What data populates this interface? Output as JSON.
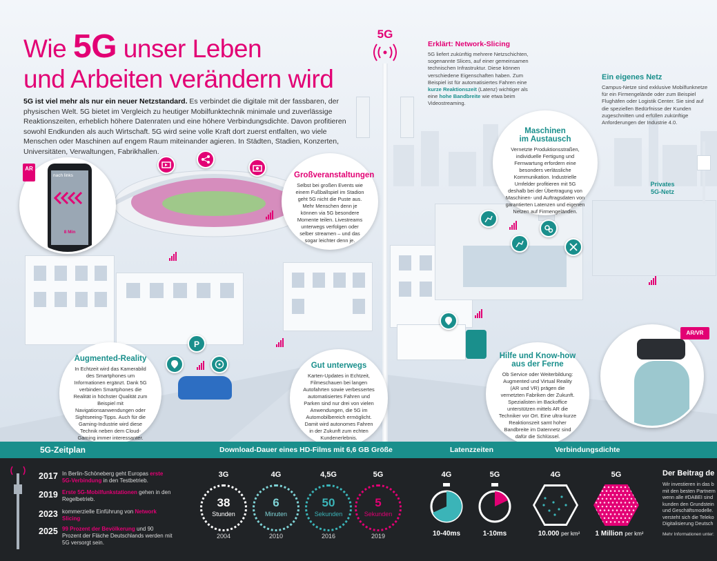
{
  "title": {
    "prefix": "Wie ",
    "big": "5G",
    "rest1": " unser Leben",
    "line2": "und Arbeiten verändern wird"
  },
  "intro": {
    "lead": "5G ist viel mehr als nur ein neuer Netzstandard.",
    "body": " Es verbindet die digitale mit der fassbaren, der physischen Welt. 5G bietet im Vergleich zu heutiger Mobilfunktechnik minimale und zuverlässige Reaktionszeiten, erheblich höhere Datenraten und eine höhere Verbindungsdichte. Davon profitieren sowohl Endkunden als auch Wirtschaft. 5G wird seine volle Kraft dort zuerst entfalten, wo viele Menschen oder Maschinen auf engem Raum miteinander agieren. In Städten, Stadien, Konzerten, Universitäten, Verwaltungen, Fabrikhallen."
  },
  "tower_label": "5G",
  "network_slicing": {
    "title": "Erklärt: Network-Slicing",
    "text1": "5G liefert zukünftig mehrere Netzschichten, sogenannte Slices, auf einer gemeinsamen technischen Infrastruktur. Diese können verschiedene Eigenschaften haben. Zum Beispiel ist für automatisiertes Fahren eine ",
    "hl1": "kurze Reaktionszeit",
    "text2": " (Latenz) wichtiger als eine ",
    "hl2": "hohe Bandbreite",
    "text3": " wie etwa beim Videostreaming."
  },
  "eigenes_netz": {
    "title": "Ein eigenes Netz",
    "text": "Campus-Netze sind exklusive Mobilfunknetze für ein Firmengelände oder zum Beispiel Flughäfen oder Logistik Center. Sie sind auf die speziellen Bedürfnisse der Kunden zugeschnitten und erfüllen zukünftige Anforderungen der Industrie 4.0."
  },
  "privates_netz": {
    "line1": "Privates",
    "line2": "5G-Netz"
  },
  "bubbles": {
    "gross": {
      "title": "Großveranstaltungen",
      "text": "Selbst bei großen Events wie einem Fußballspiel im Stadion geht 5G nicht die Puste aus. Mehr Menschen denn je können via 5G besondere Momente teilen. Livestreams unterwegs verfolgen oder selber streamen – und das sogar leichter denn je."
    },
    "maschinen": {
      "title1": "Maschinen",
      "title2": "im Austausch",
      "text": "Vernetzte Produktionsstraßen, individuelle Fertigung und Fernwartung erfordern eine besonders verlässliche Kommunikation. Industrielle Umfelder profitieren mit 5G deshalb bei der Übertragung von Maschinen- und Auftragsdaten von garantierten Latenzen und eigenen Netzen auf Firmengeländen."
    },
    "ar": {
      "title": "Augmented-Reality",
      "text": "In Echtzeit wird das Kamerabild des Smartphones um Informationen ergänzt. Dank 5G verbinden Smartphones die Realität in höchster Qualität zum Beispiel mit Navigationsanwendungen oder Sightseeing-Tipps. Auch für die Gaming-Industrie wird diese Technik neben dem Cloud-Gaming immer interessanter."
    },
    "unterwegs": {
      "title": "Gut unterwegs",
      "text": "Karten-Updates in Echtzeit, Filmeschauen bei langen Autofahrten sowie verbessertes automatisiertes Fahren und Parken sind nur drei von vielen Anwendungen, die 5G im Automobilbereich ermöglicht. Damit wird autonomes Fahren in der Zukunft zum echten Kundenerlebnis."
    },
    "hilfe": {
      "title1": "Hilfe und Know-how",
      "title2": "aus der Ferne",
      "text": "Ob Service oder Weiterbildung: Augmented und Virtual Reality (AR und VR) prägen die vernetzten Fabriken der Zukunft. Spezialisten im Backoffice unterstützen mittels AR die Techniker vor Ort. Eine ultra-kurze Reaktionszeit samt hoher Bandbreite im Datennetz sind dafür die Schlüssel."
    }
  },
  "phone": {
    "ar_badge": "AR",
    "nav": "nach links",
    "time": "8 Min"
  },
  "vr_badge": "AR/VR",
  "bottom": {
    "zeitplan": "5G-Zeitplan",
    "download_header": "Download-Dauer eines HD-Films mit 6,6 GB Größe",
    "latenz_header": "Latenzzeiten",
    "dichte_header": "Verbindungsdichte",
    "timeline": [
      {
        "year": "2017",
        "pre": "In Berlin-Schöneberg geht Europas ",
        "hl": "erste 5G-Verbindung",
        "post": " in den Testbetrieb."
      },
      {
        "year": "2019",
        "pre": "",
        "hl": "Erste 5G-Mobilfunkstationen",
        "post": " gehen in den Regelbetrieb."
      },
      {
        "year": "2023",
        "pre": "kommerzielle Einführung von ",
        "hl": "Network Slicing",
        "post": ""
      },
      {
        "year": "2025",
        "pre": "",
        "hl": "99 Prozent der Bevölkerung",
        "post": " und 90 Prozent der Fläche Deutschlands werden mit 5G versorgt sein."
      }
    ],
    "downloads": [
      {
        "gen": "3G",
        "num": "38",
        "unit": "Stunden",
        "year": "2004",
        "color": "#ffffff"
      },
      {
        "gen": "4G",
        "num": "6",
        "unit": "Minuten",
        "year": "2010",
        "color": "#7fd3d6"
      },
      {
        "gen": "4,5G",
        "num": "50",
        "unit": "Sekunden",
        "year": "2016",
        "color": "#3bb4b8"
      },
      {
        "gen": "5G",
        "num": "5",
        "unit": "Sekunden",
        "year": "2019",
        "color": "#e20074"
      }
    ],
    "latency": [
      {
        "gen": "4G",
        "value": "10-40ms"
      },
      {
        "gen": "5G",
        "value": "1-10ms"
      }
    ],
    "density": [
      {
        "gen": "4G",
        "value": "10.000",
        "unit": "per km²"
      },
      {
        "gen": "5G",
        "value": "1 Million",
        "unit": "per km²"
      }
    ],
    "beitrag": {
      "title": "Der Beitrag de",
      "lines": [
        "Wir investieren in das b",
        "mit den besten Partnern",
        "wenn alle #DABEI sind",
        "kunden den Grundstein",
        "und Geschäftsmodelle.",
        "versteht sich die Teleko",
        "Digitalisierung Deutsch"
      ],
      "more": "Mehr Informationen unter:"
    }
  }
}
